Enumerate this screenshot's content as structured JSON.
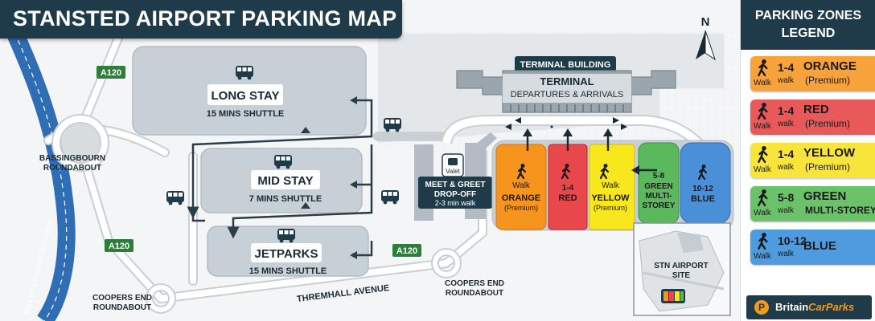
{
  "title": "STANSTED AIRPORT PARKING MAP",
  "compass": {
    "label": "N"
  },
  "roads": {
    "motorway": "M11 (to London/Cambridge)",
    "a120_labels": [
      "A120",
      "A120",
      "A120"
    ],
    "avenue": "THREMHALL AVENUE",
    "roundabouts": {
      "bassingbourn": [
        "BASSINGBOURN",
        "ROUNDABOUT"
      ],
      "coopers_end_west": [
        "COOPERS END",
        "ROUNDABOUT"
      ],
      "coopers_end_east": [
        "COOPERS END",
        "ROUNDABOUT"
      ]
    }
  },
  "car_parks": {
    "long_stay": {
      "name": "LONG STAY",
      "shuttle": "15 MINS SHUTTLE"
    },
    "mid_stay": {
      "name": "MID STAY",
      "shuttle": "7 MINS SHUTTLE"
    },
    "jetparks": {
      "name": "JETPARKS",
      "shuttle": "15 MINS SHUTTLE"
    }
  },
  "terminal": {
    "banner": "TERMINAL BUILDING",
    "name": "TERMINAL",
    "sub": "DEPARTURES & ARRIVALS"
  },
  "meet_greet": {
    "valet": "Valet",
    "name_line1": "MEET & GREET",
    "name_line2": "DROP-OFF",
    "walk": "2-3 min walk"
  },
  "zones": [
    {
      "id": "orange",
      "lines": [
        "Walk",
        "ORANGE"
      ],
      "sub": "(Premium)",
      "color": "#f7941d"
    },
    {
      "id": "red",
      "lines": [
        "1-4",
        "RED"
      ],
      "sub": "",
      "color": "#e8474c"
    },
    {
      "id": "yellow",
      "lines": [
        "Walk",
        "YELLOW"
      ],
      "sub": "(Premium)",
      "color": "#f8e71c"
    },
    {
      "id": "green",
      "lines": [
        "5-8",
        "GREEN",
        "MULTI-",
        "STOREY"
      ],
      "sub": "",
      "color": "#5cb85c"
    },
    {
      "id": "blue",
      "lines": [
        "10-12",
        "BLUE"
      ],
      "sub": "",
      "color": "#4a90d9"
    }
  ],
  "inset": {
    "label_line1": "STN AIRPORT",
    "label_line2": "SITE"
  },
  "legend": {
    "title_line1": "PARKING ZONES",
    "title_line2": "LEGEND",
    "items": [
      {
        "num": "1-4",
        "walk_label": "Walk",
        "walk_unit": "walk",
        "name": "ORANGE",
        "sub": "(Premium)",
        "color": "#f7a23b"
      },
      {
        "num": "1-4",
        "walk_label": "Walk",
        "walk_unit": "walk",
        "name": "RED",
        "sub": "(Premium)",
        "color": "#e85a5a"
      },
      {
        "num": "1-4",
        "walk_label": "Walk",
        "walk_unit": "walk",
        "name": "YELLOW",
        "sub": "(Premium)",
        "color": "#f8e53b"
      },
      {
        "num": "5-8",
        "walk_label": "Walk",
        "walk_unit": "walk",
        "name": "GREEN",
        "sub": "MULTI-STOREY",
        "color": "#6cc26a"
      },
      {
        "num": "10-12",
        "walk_label": "Walk",
        "walk_unit": "walk",
        "name": "BLUE",
        "sub": "",
        "color": "#4e9be0"
      }
    ]
  },
  "brand": {
    "part1": "Britain",
    "part2": "CarParks"
  },
  "icons": {
    "bus": "bus-icon",
    "walker": "walking-person-icon",
    "car": "car-icon",
    "compass": "north-arrow-icon",
    "brand": "britaincarparks-logo-icon"
  }
}
